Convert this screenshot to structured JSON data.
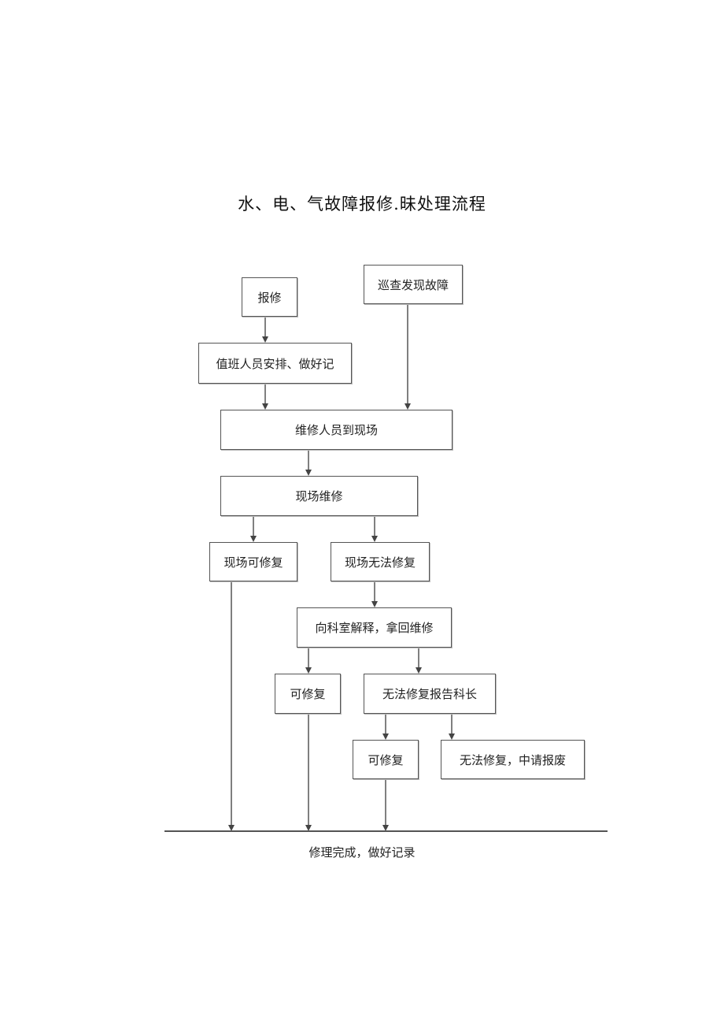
{
  "title": "水、电、气故障报修.昧处理流程",
  "nodes": {
    "report": "报修",
    "inspect": "巡查发现故障",
    "duty": "值班人员安排、做好记",
    "arrive": "维修人员到现场",
    "onsite": "现场维修",
    "fixable": "现场可修复",
    "unfixable": "现场无法修复",
    "explain": "向科室解释，拿回维修",
    "fixable2": "可修复",
    "report_chief": "无法修复报告科长",
    "fixable3": "可修复",
    "scrap": "无法修复，中请报废"
  },
  "final": "修理完成，做好记录"
}
